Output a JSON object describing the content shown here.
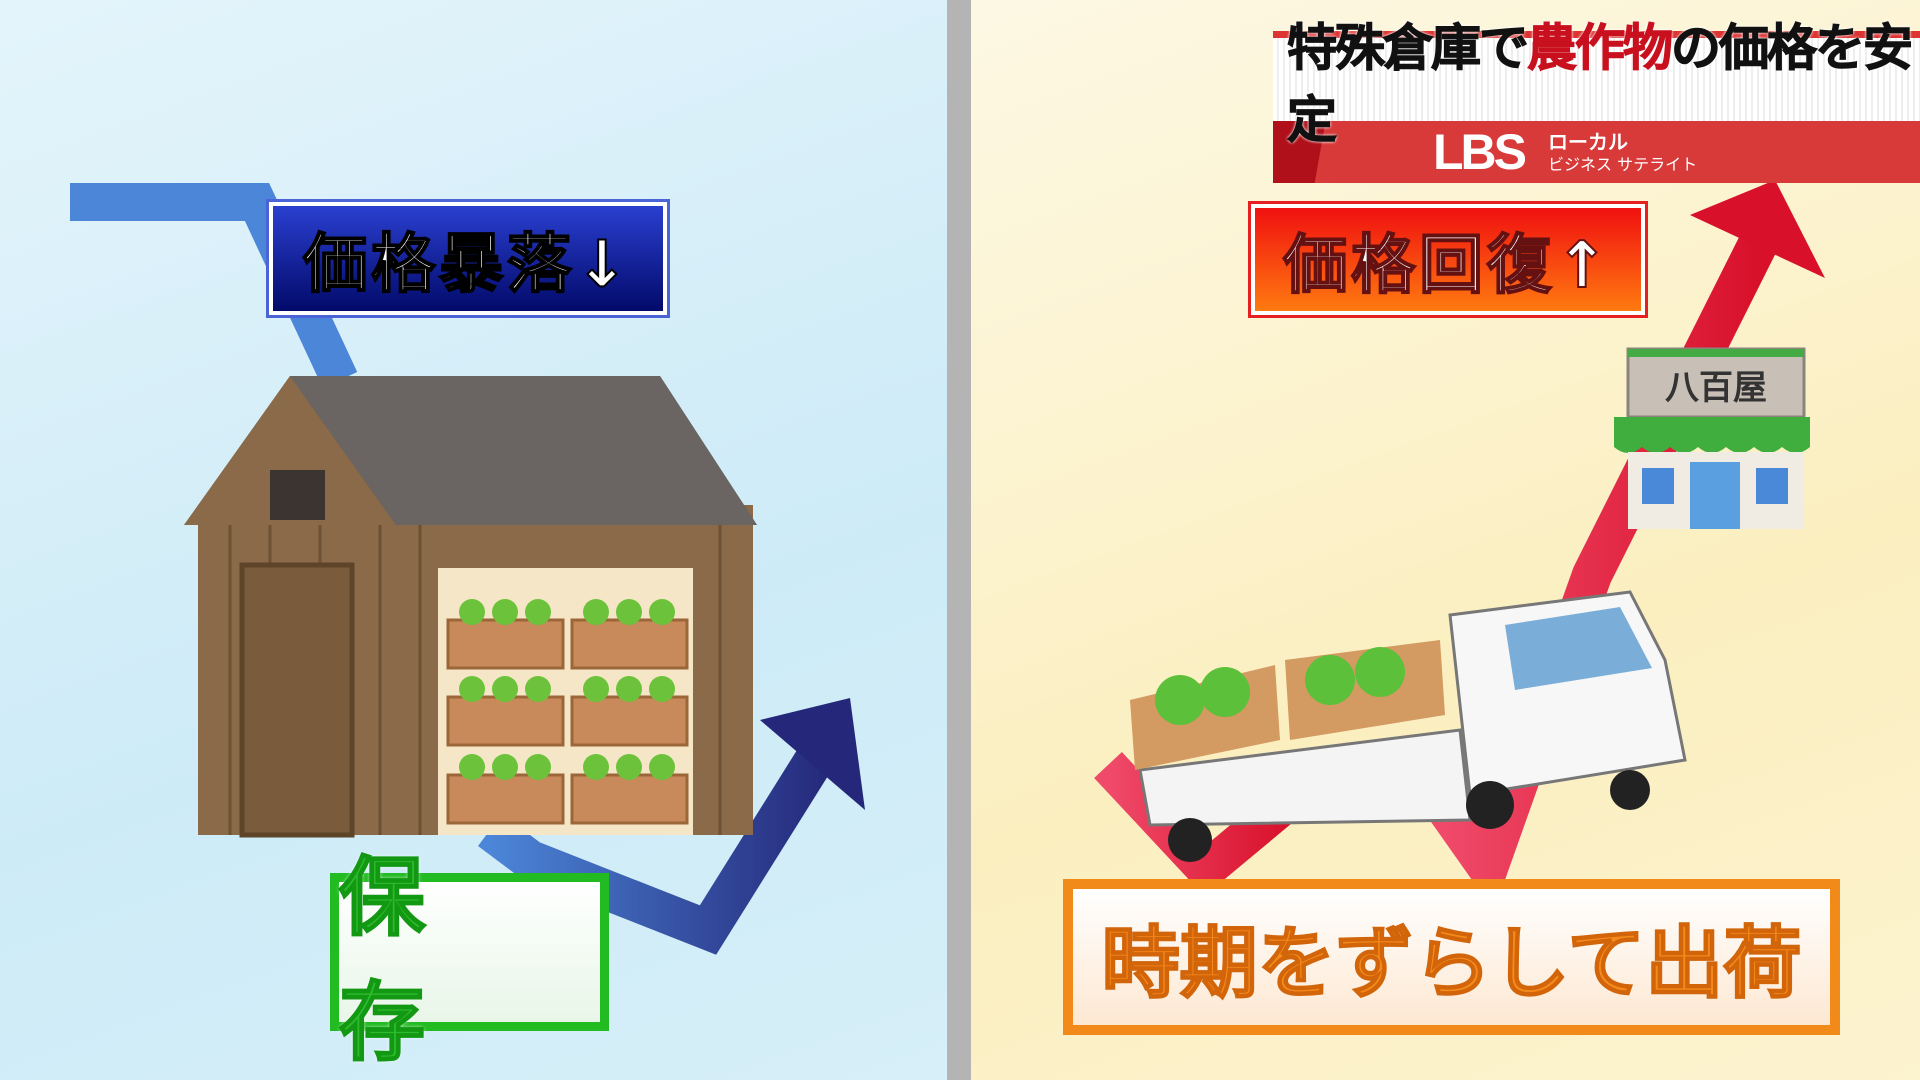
{
  "banner": {
    "title_pre": "特殊倉庫で",
    "title_highlight": "農作物",
    "title_post": "の価格を安定",
    "logo": "LBS",
    "program_line1": "ローカル",
    "program_line2": "ビジネス サテライト",
    "accent": "#c8101e"
  },
  "left": {
    "label_drop": "価格暴落↓",
    "label_store": "保 存",
    "store_sign": ""
  },
  "right": {
    "label_recover": "価格回復↑",
    "label_ship": "時期をずらして出荷",
    "shop_sign": "八百屋"
  },
  "colors": {
    "left_bg": "#cdebf7",
    "right_bg": "#fbefc0",
    "drop_label": "#020a6a",
    "recover_label": "#f01010",
    "save_border": "#22bb22",
    "ship_border": "#f28a1a"
  }
}
